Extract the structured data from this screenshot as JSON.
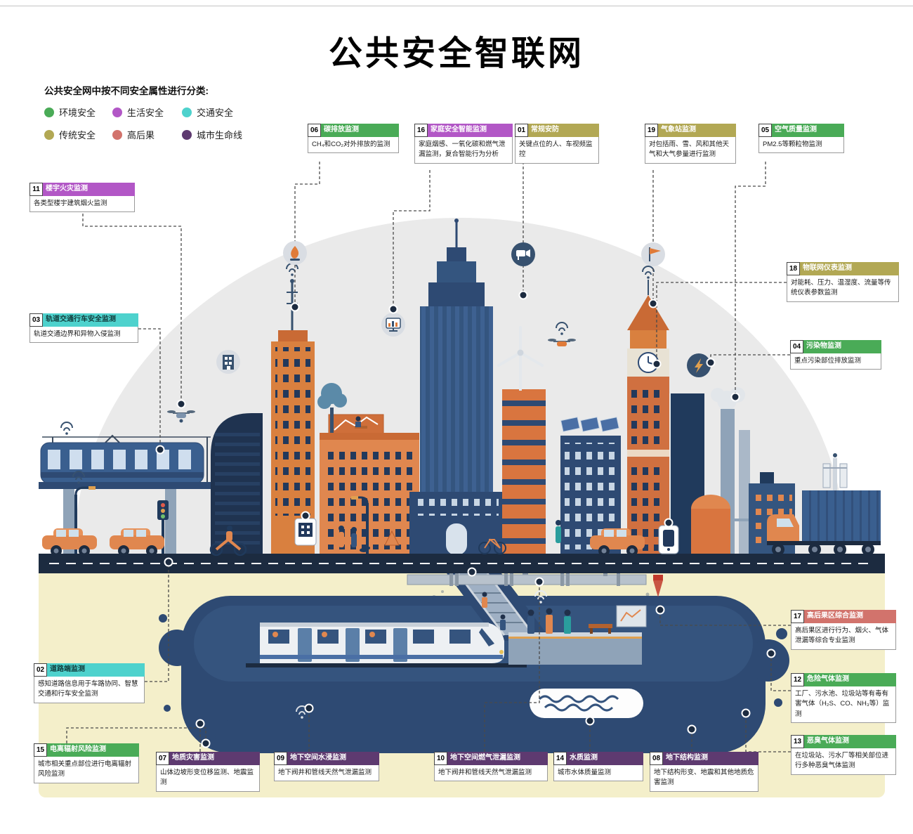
{
  "page": {
    "title": "公共安全智联网",
    "legend_intro": "公共安全网中按不同安全属性进行分类:"
  },
  "legend": [
    {
      "label": "环境安全",
      "color": "#4aab57"
    },
    {
      "label": "生活安全",
      "color": "#b257c6"
    },
    {
      "label": "交通安全",
      "color": "#4ed2cd"
    },
    {
      "label": "传统安全",
      "color": "#b2a854"
    },
    {
      "label": "高后果",
      "color": "#d2736c"
    },
    {
      "label": "城市生命线",
      "color": "#5e3a70"
    }
  ],
  "colors": {
    "environment": "#4aab57",
    "life": "#b257c6",
    "traffic": "#4ed2cd",
    "traditional": "#b2a854",
    "high_consequence": "#d2736c",
    "lifeline": "#5e3a70",
    "city_navy": "#2e4a73",
    "city_orange": "#d9803f",
    "road": "#1c2b40",
    "soil": "#f4efca"
  },
  "callouts": [
    {
      "num": "06",
      "title": "碳排放监测",
      "category": "环境安全",
      "body": "CH₄和CO₂对外排放的监测"
    },
    {
      "num": "16",
      "title": "家庭安全智能监测",
      "category": "生活安全",
      "body": "家庭烟感、一氧化碳和燃气泄漏监测，复合智能行为分析"
    },
    {
      "num": "01",
      "title": "常规安防",
      "category": "传统安全",
      "body": "关键点位的人、车视频监控"
    },
    {
      "num": "19",
      "title": "气象站监测",
      "category": "传统安全",
      "body": "对包括雨、雪、风和其他天气和大气参量进行监测"
    },
    {
      "num": "05",
      "title": "空气质量监测",
      "category": "环境安全",
      "body": "PM2.5等颗粒物监测"
    },
    {
      "num": "11",
      "title": "楼宇火灾监测",
      "category": "生活安全",
      "body": "各类型楼宇建筑烟火监测"
    },
    {
      "num": "18",
      "title": "物联网仪表监测",
      "category": "传统安全",
      "body": "对能耗、压力、温湿度、流量等传统仪表参数监测"
    },
    {
      "num": "03",
      "title": "轨道交通行车安全监测",
      "category": "交通安全",
      "body": "轨道交通边界和异物入侵监测"
    },
    {
      "num": "04",
      "title": "污染物监测",
      "category": "环境安全",
      "body": "重点污染部位排放监测"
    },
    {
      "num": "17",
      "title": "高后果区综合监测",
      "category": "高后果",
      "body": "高后果区进行行为、烟火、气体泄漏等综合专业监测"
    },
    {
      "num": "02",
      "title": "道路端监测",
      "category": "交通安全",
      "body": "感知道路信息用于车路协同、智慧交通和行车安全监测"
    },
    {
      "num": "12",
      "title": "危险气体监测",
      "category": "环境安全",
      "body": "工厂、污水池、垃圾站等有毒有害气体（H₂S、CO、NH₃等）监测"
    },
    {
      "num": "13",
      "title": "恶臭气体监测",
      "category": "环境安全",
      "body": "在垃圾站、污水厂等相关部位进行多种恶臭气体监测"
    },
    {
      "num": "15",
      "title": "电离辐射风险监测",
      "category": "环境安全",
      "body": "城市相关重点部位进行电离辐射风险监测"
    },
    {
      "num": "07",
      "title": "地质灾害监测",
      "category": "城市生命线",
      "body": "山体边坡形变位移监测、地震监测"
    },
    {
      "num": "09",
      "title": "地下空间水浸监测",
      "category": "城市生命线",
      "body": "地下阀井和管线天然气泄漏监测"
    },
    {
      "num": "10",
      "title": "地下空间燃气泄漏监测",
      "category": "城市生命线",
      "body": "地下阀井和管线天然气泄漏监测"
    },
    {
      "num": "14",
      "title": "水质监测",
      "category": "城市生命线",
      "body": "城市水体质量监测"
    },
    {
      "num": "08",
      "title": "地下结构监测",
      "category": "城市生命线",
      "body": "地下结构形变、地震和其他地质危害监测"
    }
  ]
}
